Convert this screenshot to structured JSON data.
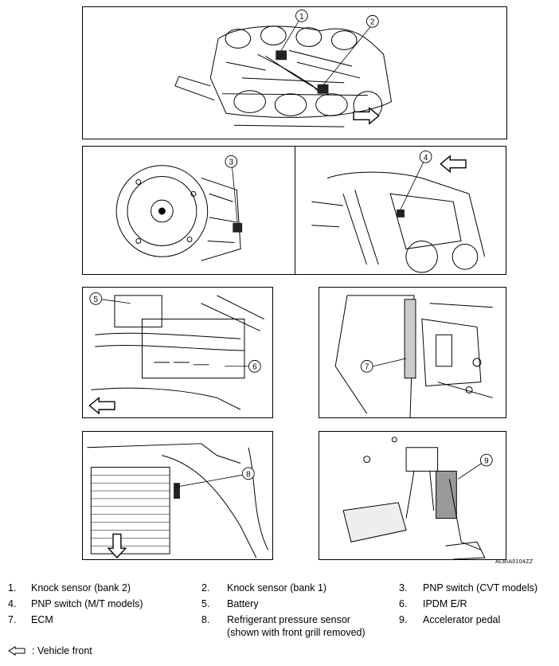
{
  "callouts": {
    "c1": "1",
    "c2": "2",
    "c3": "3",
    "c4": "4",
    "c5": "5",
    "c6": "6",
    "c7": "7",
    "c8": "8",
    "c9": "9"
  },
  "figure_code": "ALBIA0104ZZ",
  "legend": [
    {
      "num": "1.",
      "text": "Knock sensor (bank 2)"
    },
    {
      "num": "2.",
      "text": "Knock sensor (bank 1)"
    },
    {
      "num": "3.",
      "text": "PNP switch (CVT models)"
    },
    {
      "num": "4.",
      "text": "PNP switch (M/T models)"
    },
    {
      "num": "5.",
      "text": "Battery"
    },
    {
      "num": "6.",
      "text": "IPDM E/R"
    },
    {
      "num": "7.",
      "text": "ECM"
    },
    {
      "num": "8.",
      "text": "Refrigerant pressure sensor"
    },
    {
      "num": "9.",
      "text": "Accelerator pedal"
    }
  ],
  "legend_8_line2": "(shown with front grill removed)",
  "footnote": ": Vehicle front"
}
